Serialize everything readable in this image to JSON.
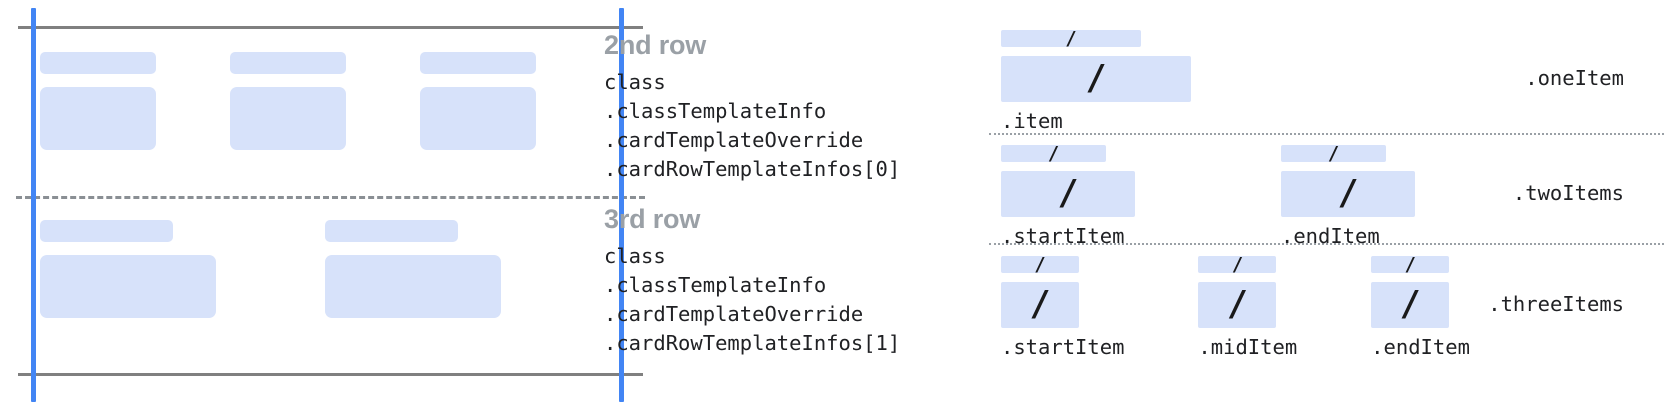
{
  "colors": {
    "placeholder_fill": "#d7e2fa",
    "guide_blue": "#4285f4",
    "rule_gray": "#808080",
    "dash_gray": "#8a8f94",
    "heading_gray": "#9aa0a6",
    "code_text": "#202124",
    "slash_dark": "#1a1a1a",
    "background": "#ffffff"
  },
  "left_diagram": {
    "rows": [
      {
        "name": "2nd row",
        "cells": [
          {
            "title_placeholder": "",
            "body_placeholder": ""
          },
          {
            "title_placeholder": "",
            "body_placeholder": ""
          },
          {
            "title_placeholder": "",
            "body_placeholder": ""
          }
        ]
      },
      {
        "name": "3rd row",
        "cells": [
          {
            "title_placeholder": "",
            "body_placeholder": ""
          },
          {
            "title_placeholder": "",
            "body_placeholder": ""
          }
        ]
      }
    ]
  },
  "spec_blocks": [
    {
      "heading": "2nd row",
      "lines": [
        "class",
        ".classTemplateInfo",
        ".cardTemplateOverride",
        ".cardRowTemplateInfos[0]"
      ]
    },
    {
      "heading": "3rd row",
      "lines": [
        "class",
        ".classTemplateInfo",
        ".cardTemplateOverride",
        ".cardRowTemplateInfos[1]"
      ]
    }
  ],
  "item_panel": {
    "slash_glyph": "/",
    "sections": [
      {
        "section_label": ".oneItem",
        "slots": [
          {
            "label": ".item"
          }
        ]
      },
      {
        "section_label": ".twoItems",
        "slots": [
          {
            "label": ".startItem"
          },
          {
            "label": ".endItem"
          }
        ]
      },
      {
        "section_label": ".threeItems",
        "slots": [
          {
            "label": ".startItem"
          },
          {
            "label": ".midItem"
          },
          {
            "label": ".endItem"
          }
        ]
      }
    ]
  }
}
